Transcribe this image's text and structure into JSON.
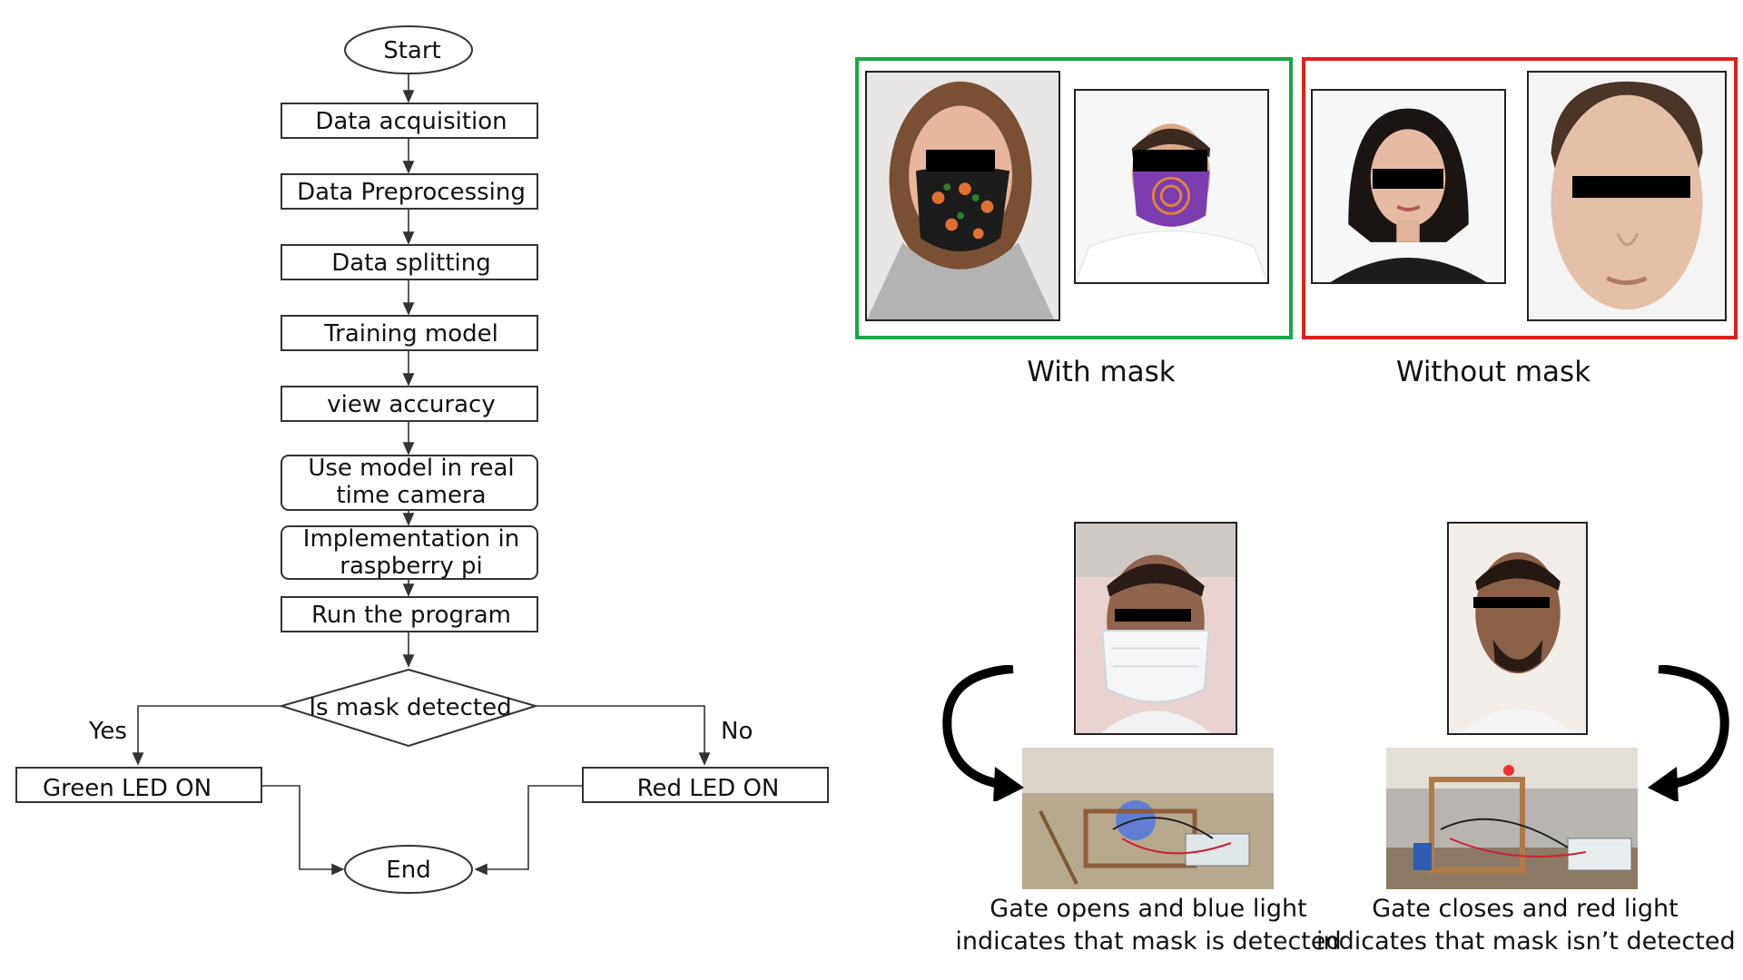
{
  "flowchart": {
    "start": "Start",
    "steps": [
      "Data acquisition",
      "Data Preprocessing",
      "Data splitting",
      "Training model",
      "view accuracy",
      [
        "Use model in real",
        "time camera"
      ],
      [
        "Implementation in",
        "raspberry pi"
      ],
      "Run the program"
    ],
    "decision": "Is mask detected",
    "yes_label": "Yes",
    "no_label": "No",
    "yes_action": "Green LED ON",
    "no_action": "Red LED ON",
    "end": "End"
  },
  "dataset": {
    "with_mask_label": "With mask",
    "without_mask_label": "Without mask",
    "with_mask_color": "#1aa64a",
    "without_mask_color": "#e02020"
  },
  "demo": {
    "detected_line1": "Gate opens and blue light",
    "detected_line2": "indicates that mask is detected",
    "not_detected_line1": "Gate closes and red light",
    "not_detected_line2": "indicates that mask isn’t detected"
  }
}
